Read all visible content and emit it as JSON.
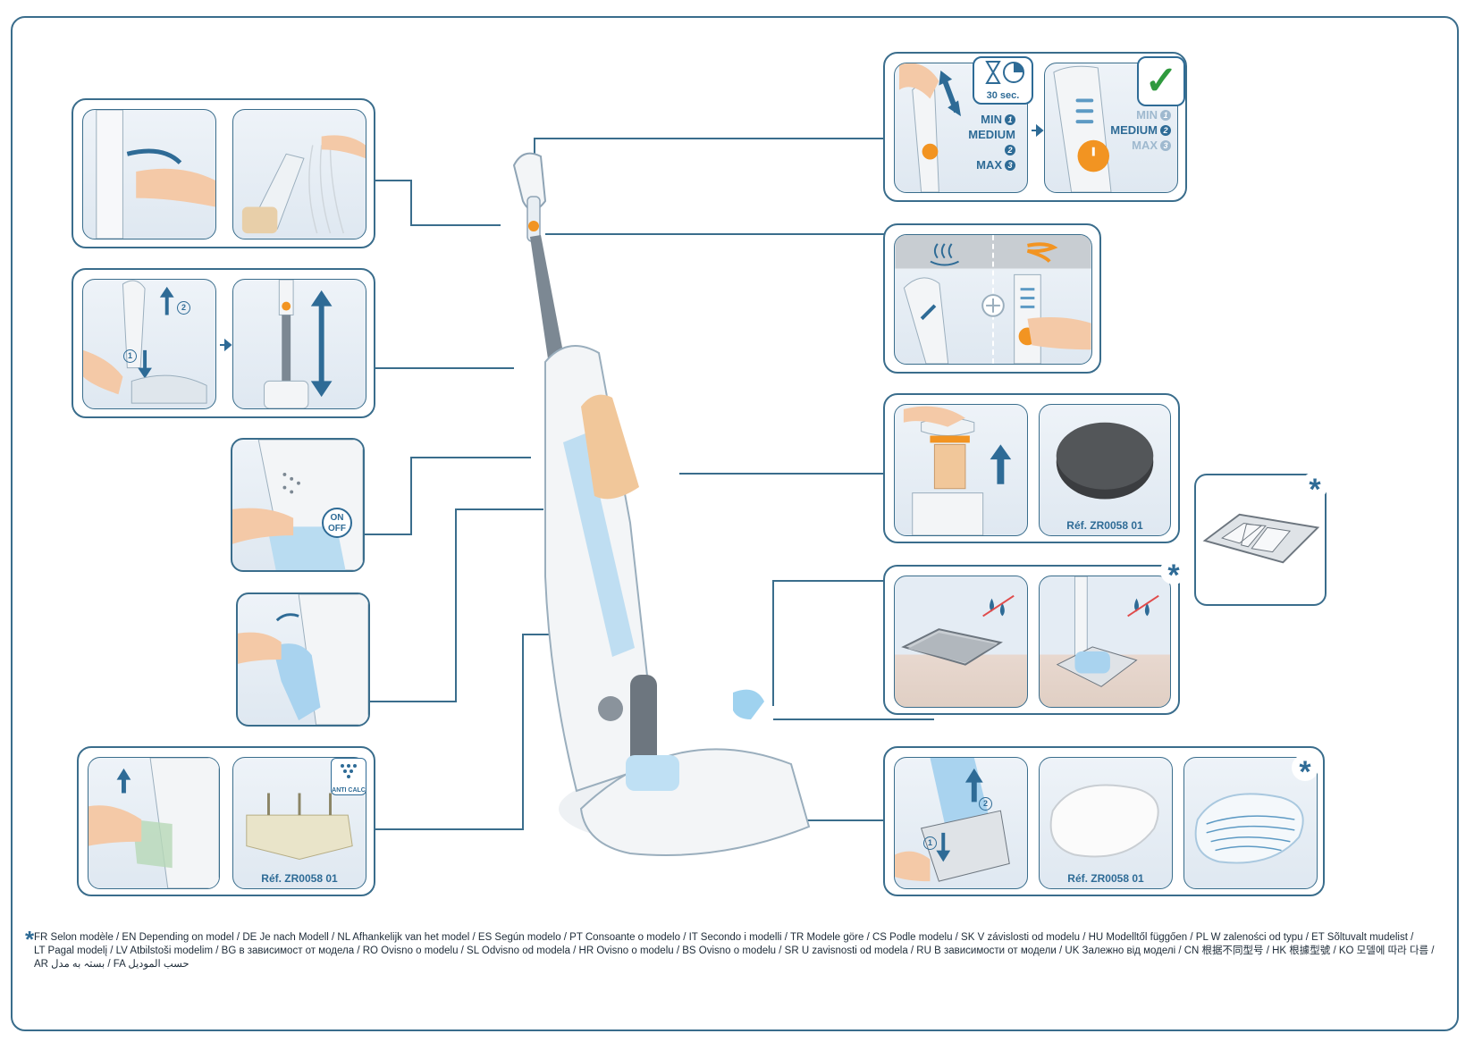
{
  "timer_label": "30 sec.",
  "levels_left": [
    {
      "text": "MIN",
      "n": "1"
    },
    {
      "text": "MEDIUM",
      "n": "2"
    },
    {
      "text": "MAX",
      "n": "3"
    }
  ],
  "levels_right": [
    {
      "text": "MIN",
      "n": "1"
    },
    {
      "text": "MEDIUM",
      "n": "2"
    },
    {
      "text": "MAX",
      "n": "3"
    }
  ],
  "step_numbers": {
    "one": "1",
    "two": "2"
  },
  "onoff": {
    "on": "ON",
    "off": "OFF"
  },
  "anticalc_label": "ANTI CALC",
  "refs": {
    "filter": "Réf. ZR0058 01",
    "cartridge": "Réf. ZR0058 01",
    "pad": "Réf. ZR0058 01"
  },
  "asterisk": "*",
  "footer": {
    "line1": "FR Selon modèle / EN Depending on model / DE Je nach Modell / NL Afhankelijk van het model / ES Según modelo / PT Consoante o modelo / IT Secondo i modelli / TR Modele göre / CS Podle modelu / SK V závislosti od modelu / HU Modelltől függően / PL W zaleności od typu / ET Sõltuvalt mudelist /",
    "line2": "LT Pagal modelį / LV Atbilstoši modelim / BG в зависимост от модела / RO Ovisno o modelu / SL Odvisno od modela / HR Ovisno o modelu / BS Ovisno o modelu / SR U zavisnosti od modela / RU В зависимости от модели / UK Залежно від моделі / CN 根据不同型号 / HK 根據型號 / KO 모델에 따라 다름 /",
    "line3": "AR بستہ به مدل / FA حسب الموديل"
  },
  "colors": {
    "accent": "#3a6d8c",
    "brand_blue": "#2e6b96",
    "orange": "#f29422",
    "check_green": "#2f9a3e"
  }
}
